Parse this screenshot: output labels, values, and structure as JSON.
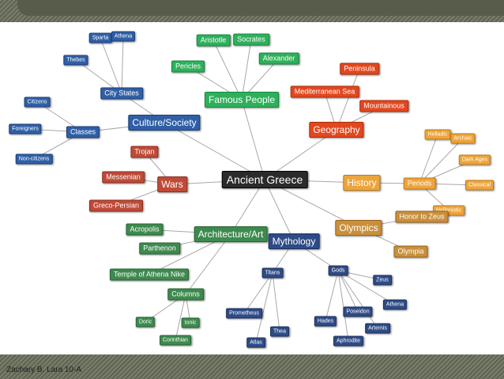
{
  "title": "Ancient Greece",
  "author": "Zachary B. Lara 10-A",
  "nodes": {
    "central": "Ancient Greece",
    "culture": "Culture/Society",
    "city_states": "City States",
    "sparta": "Sparta",
    "athena_city": "Athena",
    "thebes": "Thebes",
    "classes": "Classes",
    "citizens": "Citizens",
    "foreigners": "Foreigners",
    "non_citizens": "Non-citizens",
    "famous_people": "Famous People",
    "aristotle": "Aristotle",
    "socrates": "Socrates",
    "pericles": "Pericles",
    "alexander": "Alexander",
    "geography": "Geography",
    "peninsula": "Peninsula",
    "mediterranean": "Mediterranean Sea",
    "mountainous": "Mountainous",
    "history": "History",
    "periods": "Periods",
    "helladic": "Helladic",
    "archaic": "Archaic",
    "dark_ages": "Dark Ages",
    "classical": "Classical",
    "hellenistic": "Hellenistic",
    "wars": "Wars",
    "trojan": "Trojan",
    "messenian": "Messenian",
    "greco_persian": "Greco-Persian",
    "architecture": "Architecture/Art",
    "acropolis": "Acropolis",
    "parthenon": "Parthenon",
    "temple": "Temple of Athena Nike",
    "columns": "Columns",
    "doric": "Doric",
    "ionic": "Ionic",
    "corinthian": "Corinthian",
    "mythology": "Mythology",
    "titans": "Titans",
    "prometheus": "Prometheus",
    "thea": "Thea",
    "atlas": "Atlas",
    "gods": "Gods",
    "zeus": "Zeus",
    "athena_god": "Athena",
    "hades": "Hades",
    "poseidon": "Poseidon",
    "artemis": "Artemis",
    "aphrodite": "Aphrodite",
    "olympics": "Olympics",
    "honor_to_zeus": "Honor to Zeus",
    "olympia": "Olympia"
  },
  "colors": {
    "culture": "#2f5fa6",
    "famous_people": "#2db05a",
    "geography": "#e2471e",
    "history": "#eda43a",
    "wars": "#bf4a37",
    "architecture": "#3e8a4e",
    "mythology": "#2e4b86",
    "olympics": "#c98f3b",
    "central": "#2b2b2b"
  }
}
